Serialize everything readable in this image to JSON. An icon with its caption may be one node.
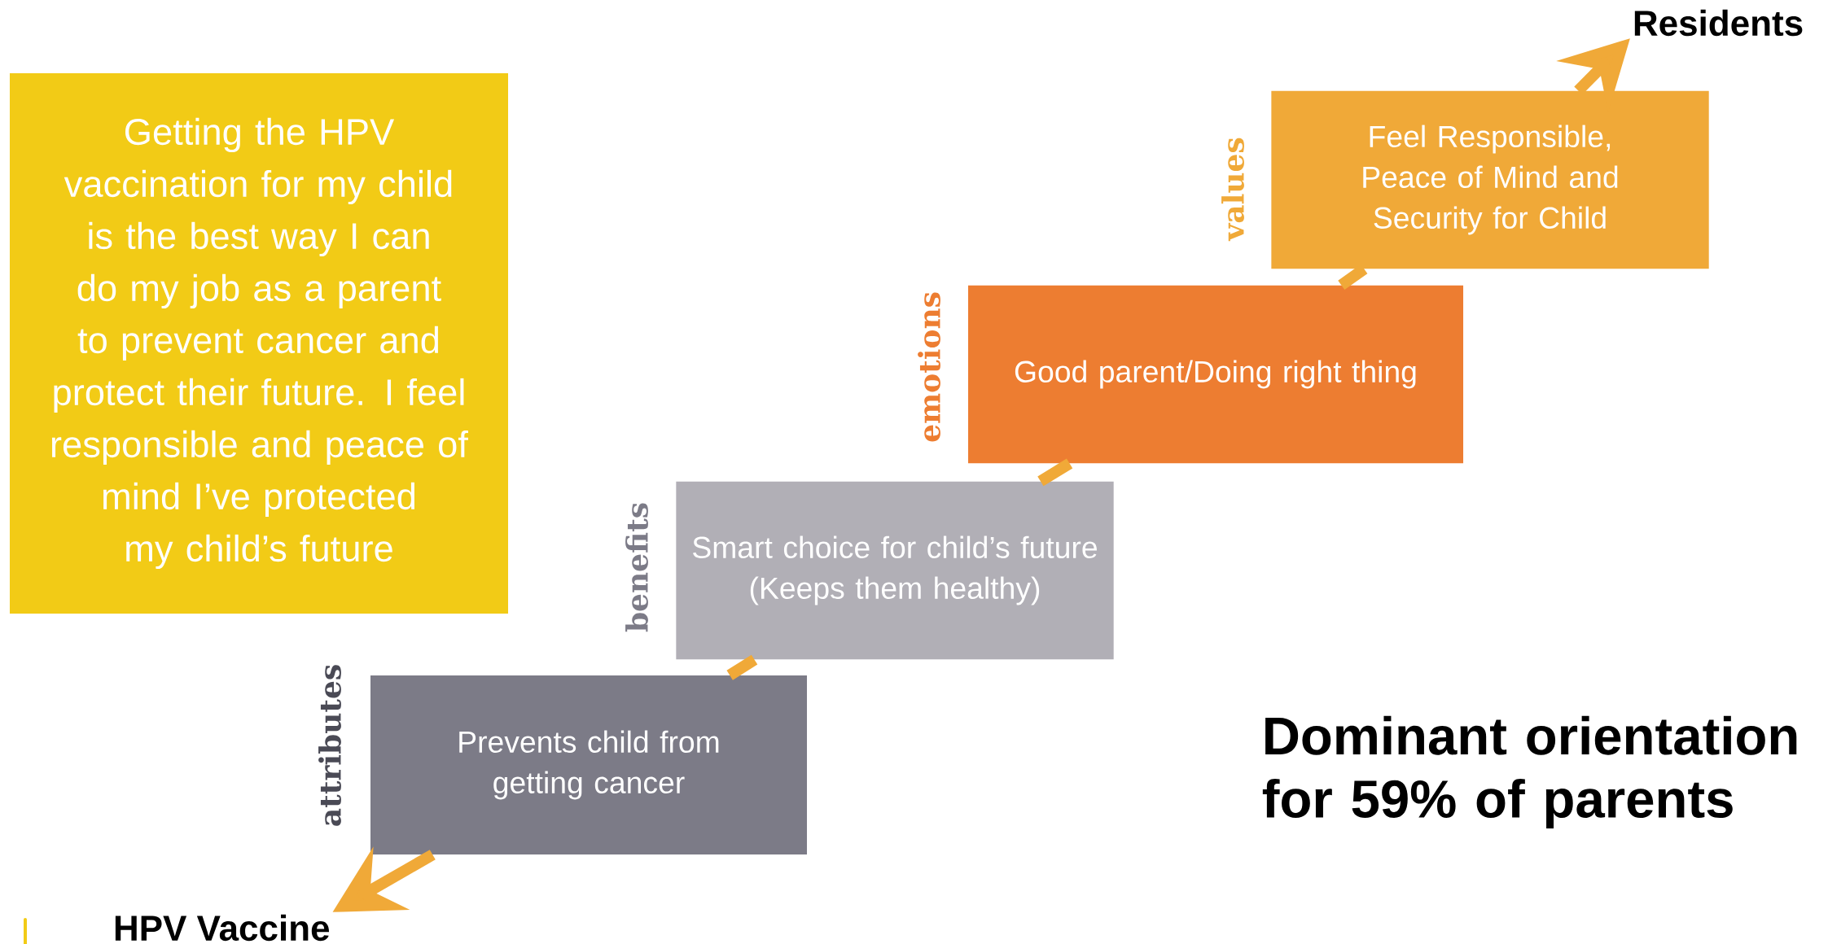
{
  "diagram": {
    "nodes": [
      {
        "text": [
          "Residents"
        ]
      },
      {
        "text": [
          "Getting the HPV vaccination for my child is the best way I can do my job as a parent to prevent cancer and protect their future.  I feel responsible and peace of mind I’ve protected my child’s future"
        ]
      },
      {
        "text": [
          "Feel Responsible, Peace of Mind and Security for Child"
        ],
        "beside": [
          "values"
        ]
      },
      {
        "text": [
          "Good parent/Doing right thing"
        ],
        "beside": [
          "emotions"
        ]
      },
      {
        "text": [
          "Smart choice for child’s future",
          "(Keeps them healthy)"
        ],
        "beside": [
          "benefits"
        ]
      },
      {
        "text": [
          "Prevents child from getting cancer"
        ],
        "beside": [
          "attributes"
        ]
      },
      {
        "text": [
          "HPV Vaccine"
        ]
      }
    ],
    "edges": [
      {
        "from": 5,
        "to": 6,
        "arrow": "to"
      },
      {
        "from": 4,
        "to": 5,
        "arrow": "none"
      },
      {
        "from": 3,
        "to": 4,
        "arrow": "none"
      },
      {
        "from": 2,
        "to": 3,
        "arrow": "none"
      },
      {
        "from": 2,
        "to": 0,
        "arrow": "to"
      }
    ],
    "labels": [
      "Dominant orientation for 59% of parents"
    ]
  }
}
